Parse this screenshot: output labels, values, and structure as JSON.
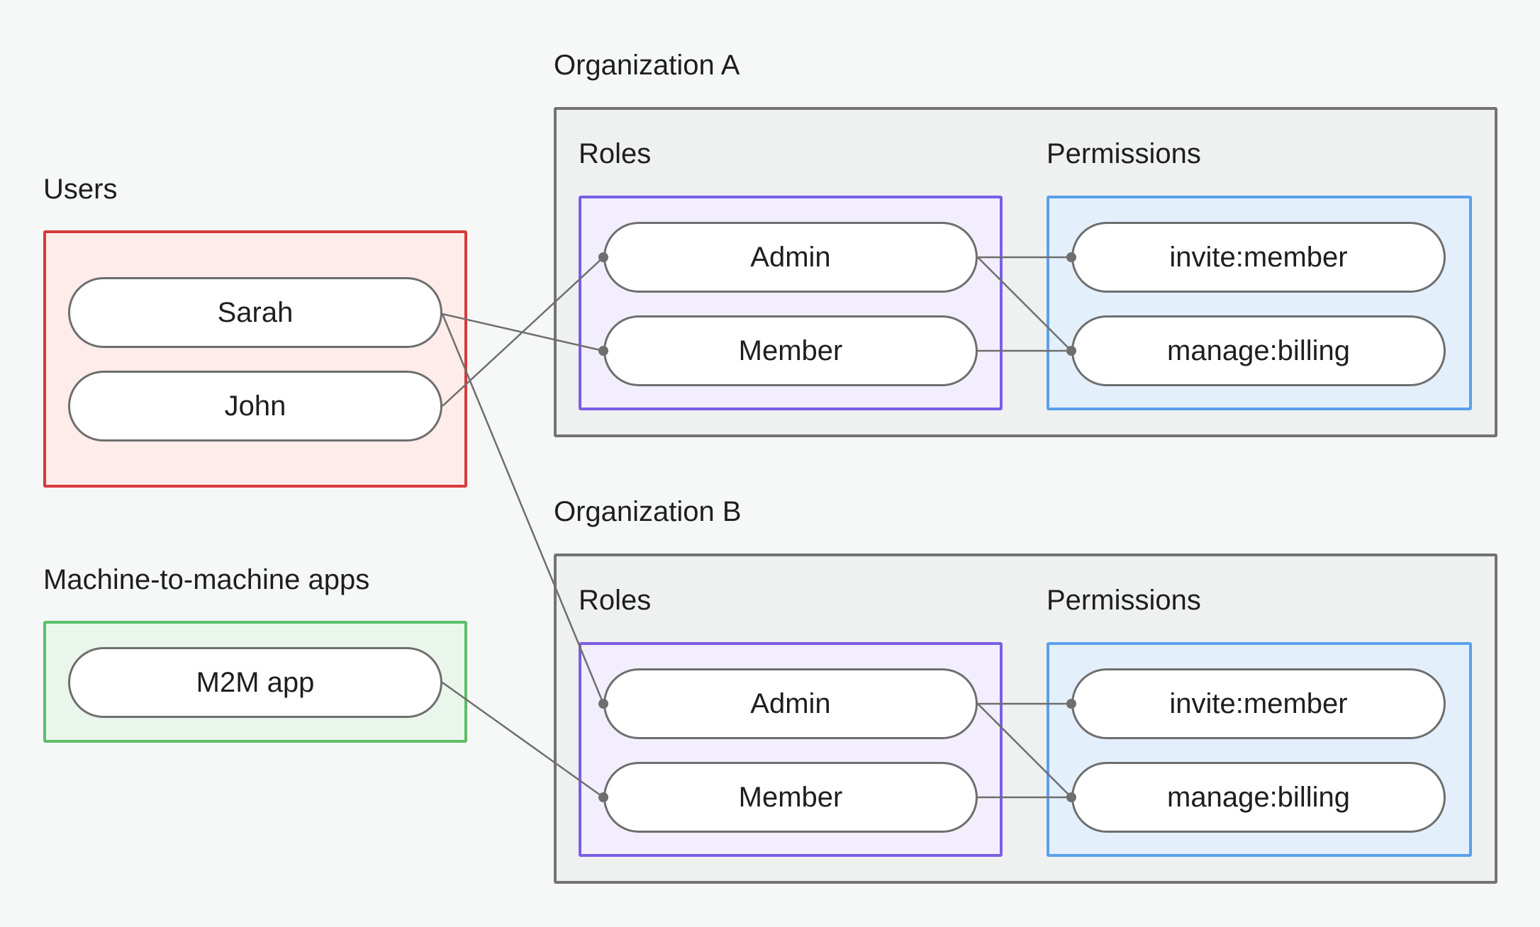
{
  "users": {
    "heading": "Users",
    "items": [
      {
        "label": "Sarah"
      },
      {
        "label": "John"
      }
    ]
  },
  "m2m": {
    "heading": "Machine-to-machine apps",
    "items": [
      {
        "label": "M2M app"
      }
    ]
  },
  "organizations": [
    {
      "heading": "Organization A",
      "roles_heading": "Roles",
      "permissions_heading": "Permissions",
      "roles": [
        {
          "label": "Admin"
        },
        {
          "label": "Member"
        }
      ],
      "permissions": [
        {
          "label": "invite:member"
        },
        {
          "label": "manage:billing"
        }
      ]
    },
    {
      "heading": "Organization B",
      "roles_heading": "Roles",
      "permissions_heading": "Permissions",
      "roles": [
        {
          "label": "Admin"
        },
        {
          "label": "Member"
        }
      ],
      "permissions": [
        {
          "label": "invite:member"
        },
        {
          "label": "manage:billing"
        }
      ]
    }
  ],
  "connections": [
    {
      "from": "Sarah",
      "to": "Organization A / Member"
    },
    {
      "from": "John",
      "to": "Organization A / Admin"
    },
    {
      "from": "Sarah",
      "to": "Organization B / Admin"
    },
    {
      "from": "M2M app",
      "to": "Organization B / Member"
    },
    {
      "from": "Organization A / Admin",
      "to": "Organization A / invite:member"
    },
    {
      "from": "Organization A / Admin",
      "to": "Organization A / manage:billing"
    },
    {
      "from": "Organization A / Member",
      "to": "Organization A / manage:billing"
    },
    {
      "from": "Organization B / Admin",
      "to": "Organization B / invite:member"
    },
    {
      "from": "Organization B / Admin",
      "to": "Organization B / manage:billing"
    },
    {
      "from": "Organization B / Member",
      "to": "Organization B / manage:billing"
    }
  ],
  "colors": {
    "users_border": "#d83a3a",
    "users_fill": "#fdecea",
    "m2m_border": "#5cbf68",
    "m2m_fill": "#eaf6ec",
    "org_border": "#737373",
    "org_fill": "#eff1f0",
    "roles_border": "#7b5ee6",
    "roles_fill": "#f3eefd",
    "permissions_border": "#5aa0ec",
    "permissions_fill": "#e3f0fc",
    "connector": "#6e6e6e"
  }
}
